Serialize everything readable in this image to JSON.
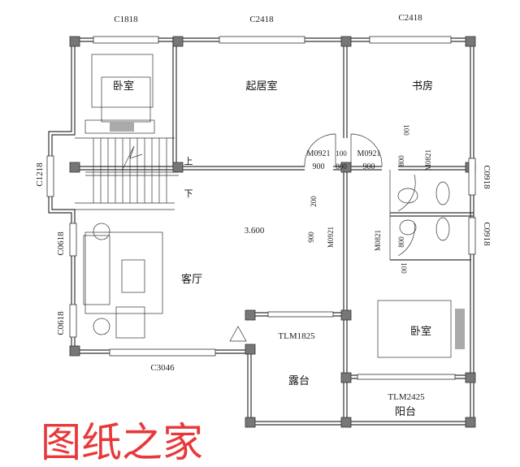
{
  "windows": {
    "top_left": "C1818",
    "top_mid": "C2418",
    "top_right": "C2418",
    "stair_left": "C1218",
    "living_left_upper": "C0618",
    "living_left_lower": "C0618",
    "right_upper": "C0918",
    "right_lower": "C0918",
    "living_bottom": "C3046"
  },
  "doors": {
    "terrace": "TLM1825",
    "balcony": "TLM2425",
    "door_a": "M0921",
    "door_a_width": "900",
    "door_b": "M0921",
    "door_b_width": "900",
    "bath_upper": "M0821",
    "bath_lower": "M0821",
    "hall": "M0921"
  },
  "dimensions": {
    "d100a": "100",
    "d800a": "800",
    "d100b": "100",
    "d800b": "800",
    "d200": "200",
    "d900": "900",
    "d800c": "800",
    "d100c": "100"
  },
  "elevation": "3.600",
  "rooms": {
    "bedroom1": "卧室",
    "sitting_room": "起居室",
    "study": "书房",
    "living_room": "客厅",
    "terrace": "露台",
    "bedroom2": "卧室",
    "balcony": "阳台"
  },
  "stairs": {
    "up": "上",
    "down": "下"
  },
  "watermark": "图纸之家"
}
